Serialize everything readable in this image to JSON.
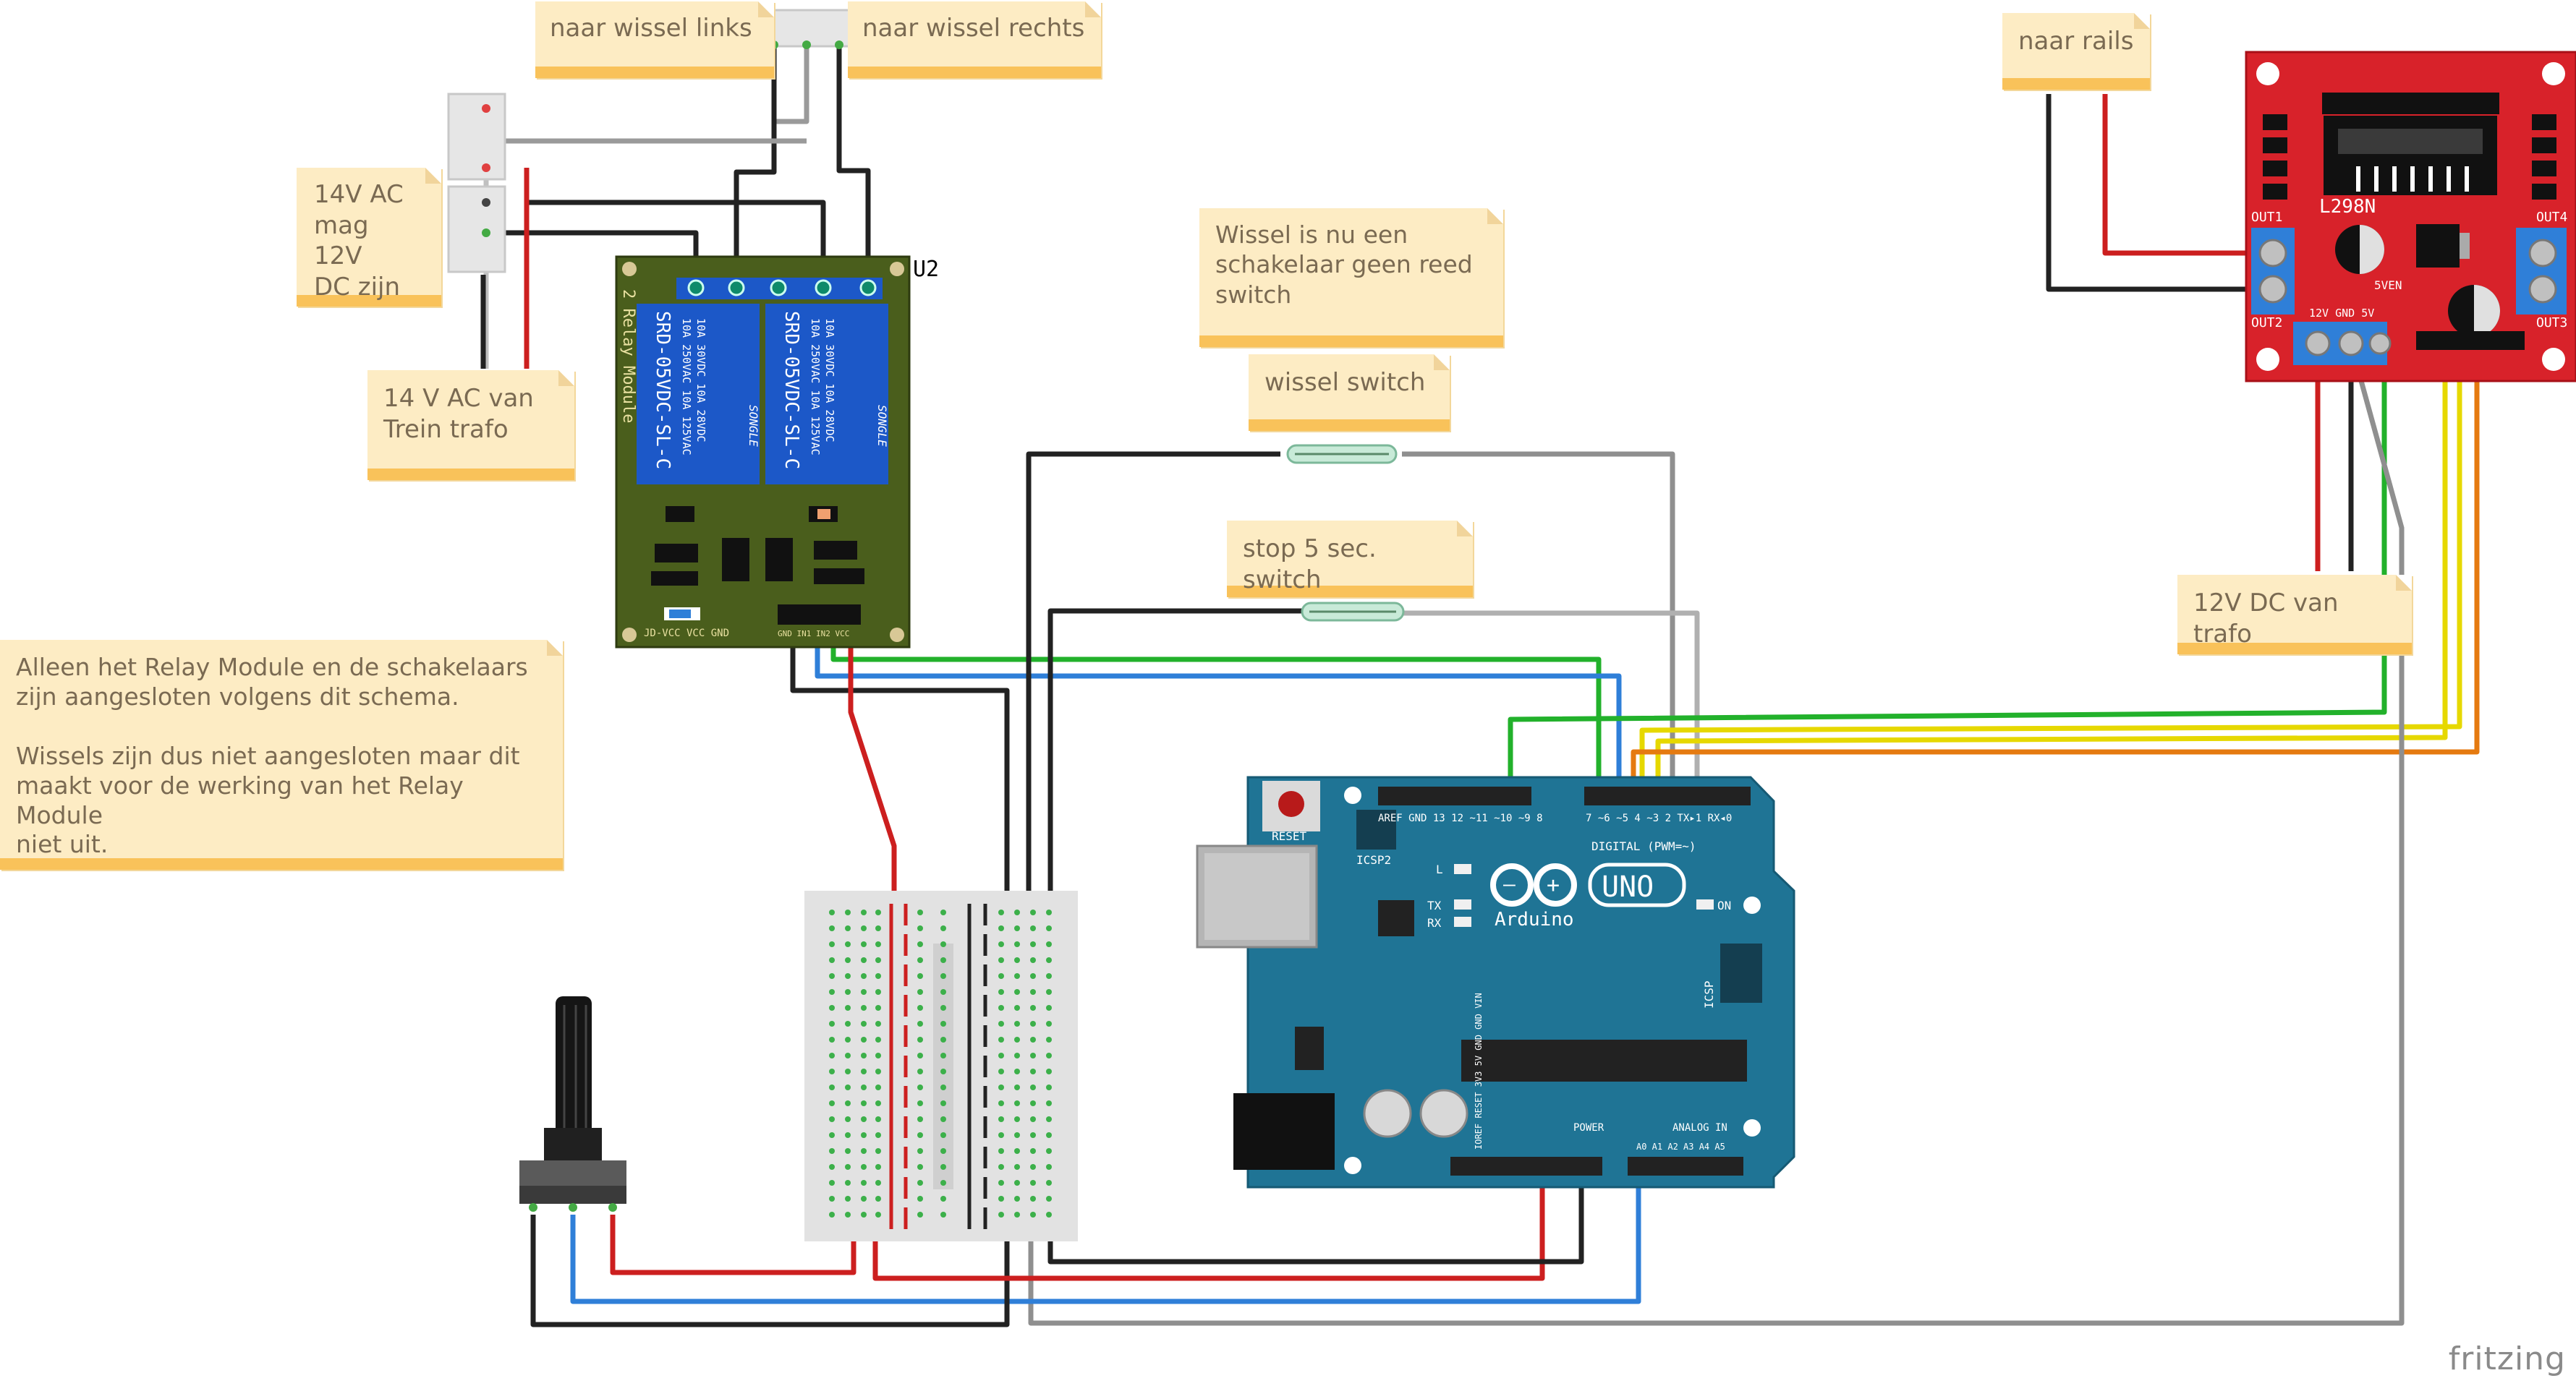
{
  "notes": {
    "wissel_links": "naar wissel links",
    "wissel_rechts": "naar wissel rechts",
    "ac14": "14V AC\nmag 12V\nDC zijn",
    "trein_trafo": "14 V AC van\nTrein trafo",
    "reed": "Wissel is nu een\nschakelaar geen reed\nswitch",
    "wissel_switch": "wissel switch",
    "stop_switch": "stop 5 sec. switch",
    "rails": "naar rails",
    "dc12": "12V DC van trafo",
    "main_note": "Alleen het Relay Module en de schakelaars\nzijn aangesloten volgens dit schema.\n\nWissels zijn dus niet aangesloten maar dit\nmaakt voor de werking van het Relay Module\nniet uit."
  },
  "relay": {
    "ref": "U2",
    "side_label": "2 Relay Module",
    "relay_line1": "SRD-05VDC-SL-C",
    "relay_line2": "10A 250VAC  10A 125VAC",
    "relay_line3": "10A 30VDC  10A 28VDC",
    "brand": "SONGLE",
    "pins": "JD-VCC VCC GND",
    "ctrl_pins": "GND IN1 IN2 VCC"
  },
  "arduino": {
    "brand": "Arduino",
    "model": "UNO",
    "reset": "RESET",
    "icsp2": "ICSP2",
    "icsp": "ICSP",
    "led_l": "L",
    "led_tx": "TX",
    "led_rx": "RX",
    "led_on": "ON",
    "digital": "DIGITAL (PWM=~)",
    "power": "POWER",
    "analog": "ANALOG IN",
    "top_pins": "AREF GND 13 12 ~11 ~10 ~9 8",
    "top_pins2": "7 ~6 ~5 4 ~3 2 TX▸1 RX◂0",
    "power_pins": "IOREF RESET 3V3 5V GND GND VIN",
    "analog_pins": "A0 A1 A2 A3 A4 A5"
  },
  "l298n": {
    "model": "L298N",
    "out1": "OUT1",
    "out2": "OUT2",
    "out3": "OUT3",
    "out4": "OUT4",
    "power": "12V GND  5V",
    "enable": "5VEN"
  },
  "footer": {
    "brand": "fritzing"
  },
  "colors": {
    "note_bg": "#fdecc4",
    "note_bar": "#f9c25a",
    "relay_pcb": "#4a5e1c",
    "relay_blue": "#1c58c8",
    "arduino": "#1f7495",
    "l298n": "#d8222a",
    "wire_red": "#cc1f1f",
    "wire_green": "#22b12b",
    "wire_blue": "#2f7fd8",
    "wire_yellow": "#e6d800",
    "wire_orange": "#e57a10",
    "wire_gray": "#8f8f8f",
    "wire_black": "#222222"
  }
}
